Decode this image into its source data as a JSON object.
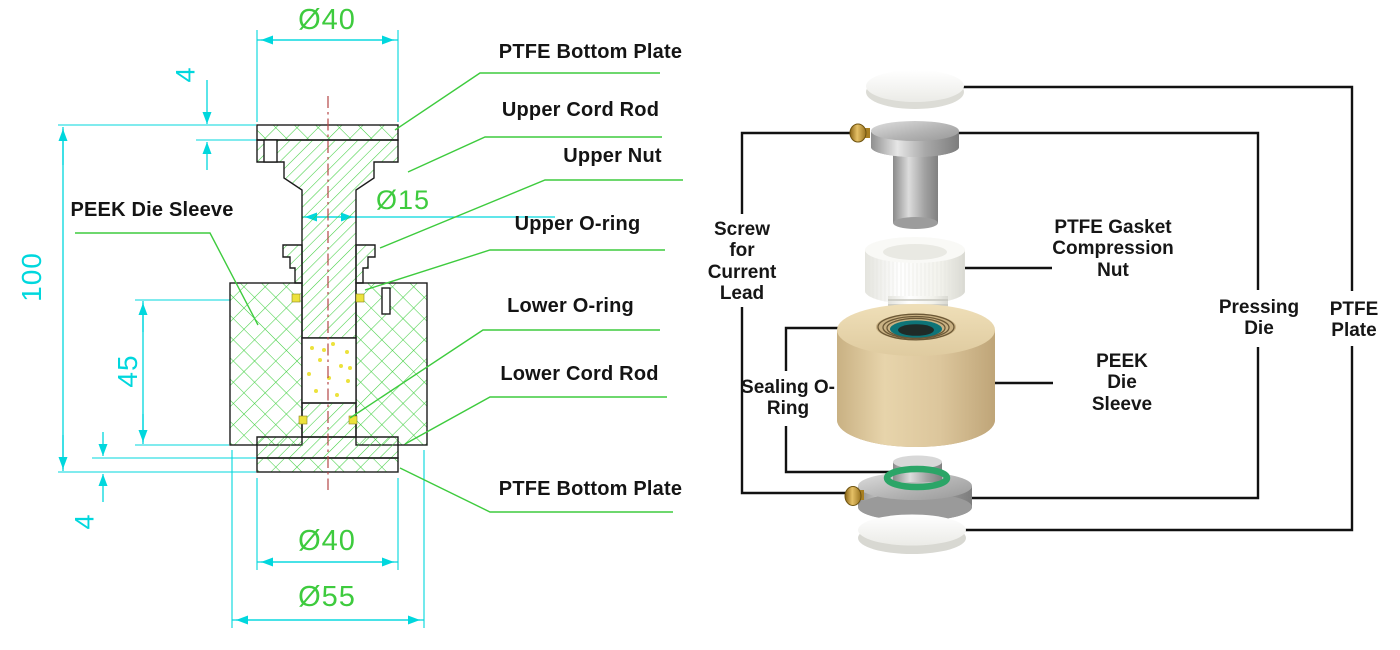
{
  "drawing": {
    "labels": {
      "top_plate": "PTFE Bottom Plate",
      "upper_cord_rod": "Upper Cord Rod",
      "upper_nut": "Upper Nut",
      "upper_oring": "Upper O-ring",
      "lower_oring": "Lower O-ring",
      "lower_cord_rod": "Lower Cord Rod",
      "bottom_plate": "PTFE Bottom Plate",
      "peek_sleeve": "PEEK Die Sleeve"
    },
    "dimensions": {
      "top_diameter": "Ø40",
      "plate_thickness_top": "4",
      "overall_height": "100",
      "inner_height": "45",
      "rod_diameter": "Ø15",
      "bottom_plate_diameter": "Ø40",
      "sleeve_outer_diameter": "Ø55",
      "plate_thickness_bottom": "4"
    },
    "colors": {
      "dimension_cyan": "#00d7dd",
      "annotation_green": "#3ecb3e",
      "hatch_green": "#42cf42",
      "centerline_red": "#b54545",
      "sample_yellow": "#ece23c"
    }
  },
  "exploded_view": {
    "labels": {
      "screw": "Screw for Current Lead",
      "sealing_oring": "Sealing O-Ring",
      "gasket_nut": "PTFE Gasket Compression Nut",
      "pressing_die": "Pressing Die",
      "ptfe_plate": "PTFE Plate",
      "peek_sleeve": "PEEK Die Sleeve"
    },
    "colors": {
      "peek_tan": "#dcc69c",
      "metal_gray": "#b8b8b8",
      "brass": "#c59b35",
      "oring_green": "#2ba567",
      "seal_teal": "#0e7478",
      "connector_black": "#111111"
    }
  }
}
